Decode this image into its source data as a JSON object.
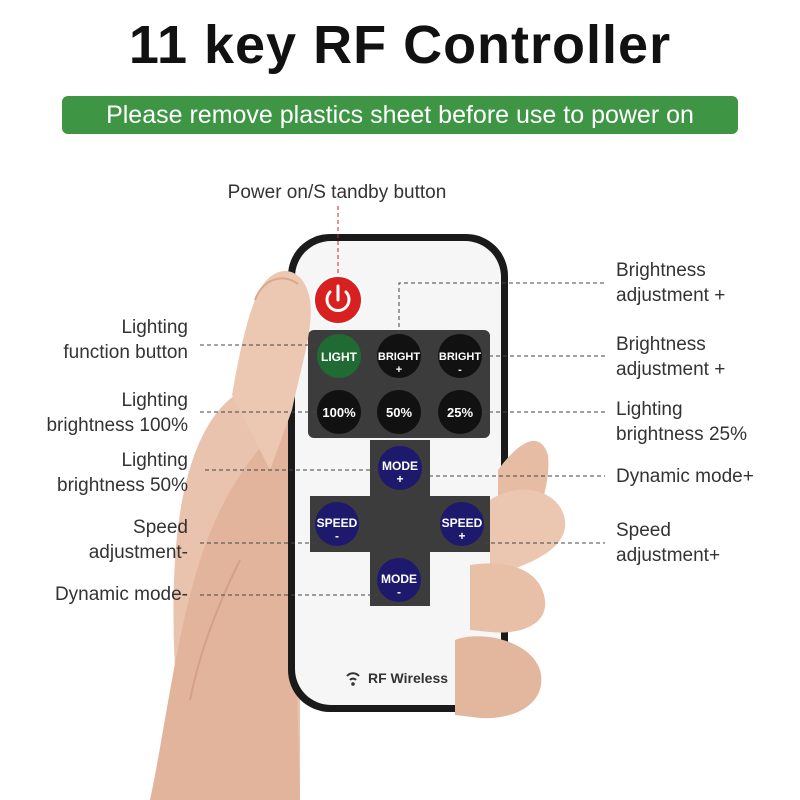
{
  "title": "11 key RF Controller",
  "banner": "Please remove plastics sheet before use to power on",
  "colors": {
    "banner_green": "#3e9645",
    "power_red": "#d92020",
    "light_green": "#1f6b33",
    "mode_blue": "#1d1a6e",
    "button_black": "#111111",
    "keypad_gray": "#3c3c3c",
    "remote_body": "#f6f6f6",
    "callout_line": "#444444"
  },
  "icons": {
    "power": "power-icon",
    "wireless": "wireless-signal-icon"
  },
  "remote": {
    "brand_label": "RF Wireless",
    "buttons": {
      "light": "LIGHT",
      "bright_up": [
        "BRIGHT",
        "+"
      ],
      "bright_down": [
        "BRIGHT",
        "-"
      ],
      "p100": "100%",
      "p50": "50%",
      "p25": "25%",
      "mode_up": [
        "MODE",
        "+"
      ],
      "speed_down": [
        "SPEED",
        "-"
      ],
      "speed_up": [
        "SPEED",
        "+"
      ],
      "mode_down": [
        "MODE",
        "-"
      ]
    }
  },
  "callouts": {
    "power": "Power on/S tandby button",
    "lighting_function": [
      "Lighting",
      "function button"
    ],
    "brightness_100": [
      "Lighting",
      "brightness 100%"
    ],
    "brightness_50": [
      "Lighting",
      "brightness 50%"
    ],
    "speed_minus": [
      "Speed",
      "adjustment-"
    ],
    "dynamic_minus": "Dynamic mode-",
    "brightness_plus_top": [
      "Brightness",
      "adjustment +"
    ],
    "brightness_plus_2": [
      "Brightness",
      "adjustment +"
    ],
    "brightness_25": [
      "Lighting",
      "brightness 25%"
    ],
    "dynamic_plus": "Dynamic mode+",
    "speed_plus": [
      "Speed",
      "adjustment+"
    ]
  }
}
